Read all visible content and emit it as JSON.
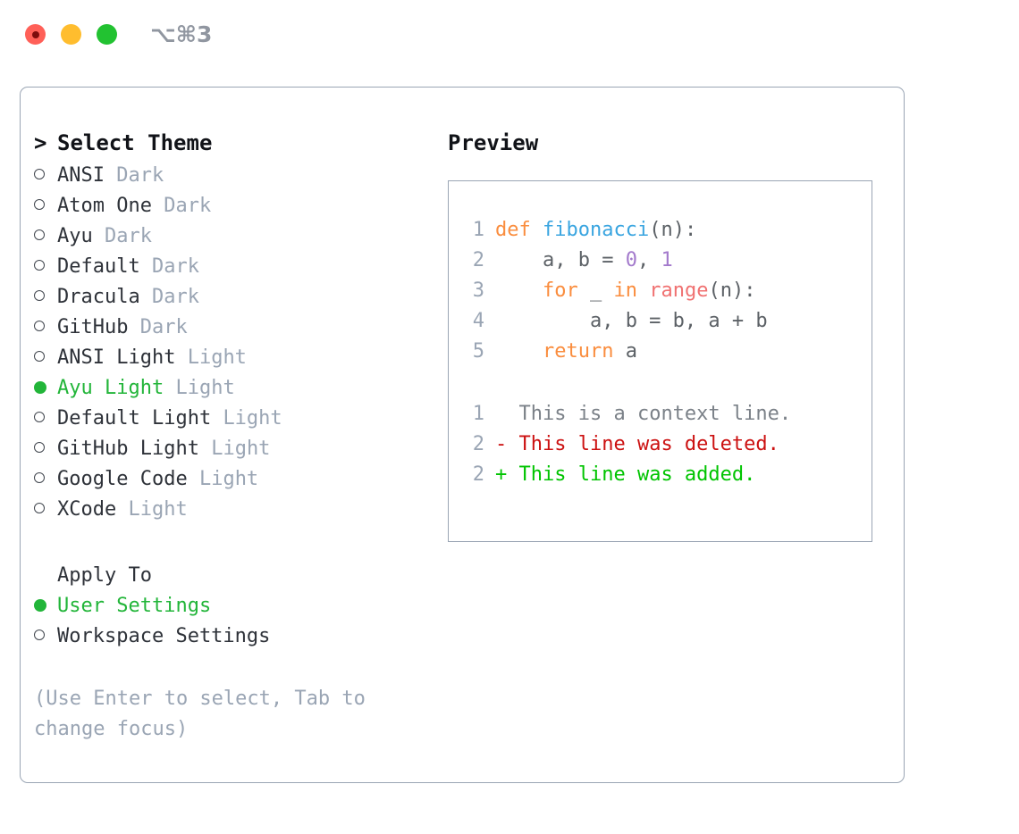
{
  "window": {
    "shortcut_label": "⌥⌘3",
    "traffic_lights": [
      {
        "name": "close",
        "color": "#ff6058"
      },
      {
        "name": "minimize",
        "color": "#ffbd2e"
      },
      {
        "name": "maximize",
        "color": "#22c231"
      }
    ]
  },
  "theme_list": {
    "header_prefix": ">",
    "header_label": "Select Theme",
    "items": [
      {
        "marker": "○",
        "name": "ANSI",
        "tag": "Dark",
        "selected": false
      },
      {
        "marker": "○",
        "name": "Atom One",
        "tag": "Dark",
        "selected": false
      },
      {
        "marker": "○",
        "name": "Ayu",
        "tag": "Dark",
        "selected": false
      },
      {
        "marker": "○",
        "name": "Default",
        "tag": "Dark",
        "selected": false
      },
      {
        "marker": "○",
        "name": "Dracula",
        "tag": "Dark",
        "selected": false
      },
      {
        "marker": "○",
        "name": "GitHub",
        "tag": "Dark",
        "selected": false
      },
      {
        "marker": "○",
        "name": "ANSI Light",
        "tag": "Light",
        "selected": false
      },
      {
        "marker": "●",
        "name": "Ayu Light",
        "tag": "Light",
        "selected": true
      },
      {
        "marker": "○",
        "name": "Default Light",
        "tag": "Light",
        "selected": false
      },
      {
        "marker": "○",
        "name": "GitHub Light",
        "tag": "Light",
        "selected": false
      },
      {
        "marker": "○",
        "name": "Google Code",
        "tag": "Light",
        "selected": false
      },
      {
        "marker": "○",
        "name": "XCode",
        "tag": "Light",
        "selected": false
      }
    ]
  },
  "apply_to": {
    "label": "Apply To",
    "items": [
      {
        "marker": "●",
        "name": "User Settings",
        "selected": true
      },
      {
        "marker": "○",
        "name": "Workspace Settings",
        "selected": false
      }
    ]
  },
  "hint": {
    "text": "(Use Enter to select, Tab to change focus)"
  },
  "preview": {
    "label": "Preview",
    "code_lines": [
      {
        "number": "1",
        "tokens": [
          {
            "t": "def",
            "c": "kw"
          },
          {
            "t": " ",
            "c": "txt"
          },
          {
            "t": "fibonacci",
            "c": "fn"
          },
          {
            "t": "(n):",
            "c": "punc"
          }
        ]
      },
      {
        "number": "2",
        "tokens": [
          {
            "t": "    a, b = ",
            "c": "txt"
          },
          {
            "t": "0",
            "c": "num"
          },
          {
            "t": ", ",
            "c": "txt"
          },
          {
            "t": "1",
            "c": "num"
          }
        ]
      },
      {
        "number": "3",
        "tokens": [
          {
            "t": "    ",
            "c": "txt"
          },
          {
            "t": "for",
            "c": "kw"
          },
          {
            "t": " _ ",
            "c": "txt"
          },
          {
            "t": "in",
            "c": "kw"
          },
          {
            "t": " ",
            "c": "txt"
          },
          {
            "t": "range",
            "c": "bi"
          },
          {
            "t": "(n):",
            "c": "punc"
          }
        ]
      },
      {
        "number": "4",
        "tokens": [
          {
            "t": "        a, b = b, a + b",
            "c": "txt"
          }
        ]
      },
      {
        "number": "5",
        "tokens": [
          {
            "t": "    ",
            "c": "txt"
          },
          {
            "t": "return",
            "c": "kw"
          },
          {
            "t": " a",
            "c": "txt"
          }
        ]
      }
    ],
    "diff_lines": [
      {
        "number": "1",
        "sign": " ",
        "text": "This is a context line.",
        "kind": "ctx"
      },
      {
        "number": "2",
        "sign": "-",
        "text": "This line was deleted.",
        "kind": "del"
      },
      {
        "number": "2",
        "sign": "+",
        "text": "This line was added.",
        "kind": "add"
      }
    ]
  },
  "colors": {
    "accent_green": "#22b539",
    "muted_gray": "#9aa5b4",
    "keyword_orange": "#fa8d3e",
    "function_blue": "#3aa5e0",
    "number_purple": "#a37acc",
    "builtin_red": "#f07171",
    "diff_delete": "#cc1111",
    "diff_add": "#00c400"
  }
}
